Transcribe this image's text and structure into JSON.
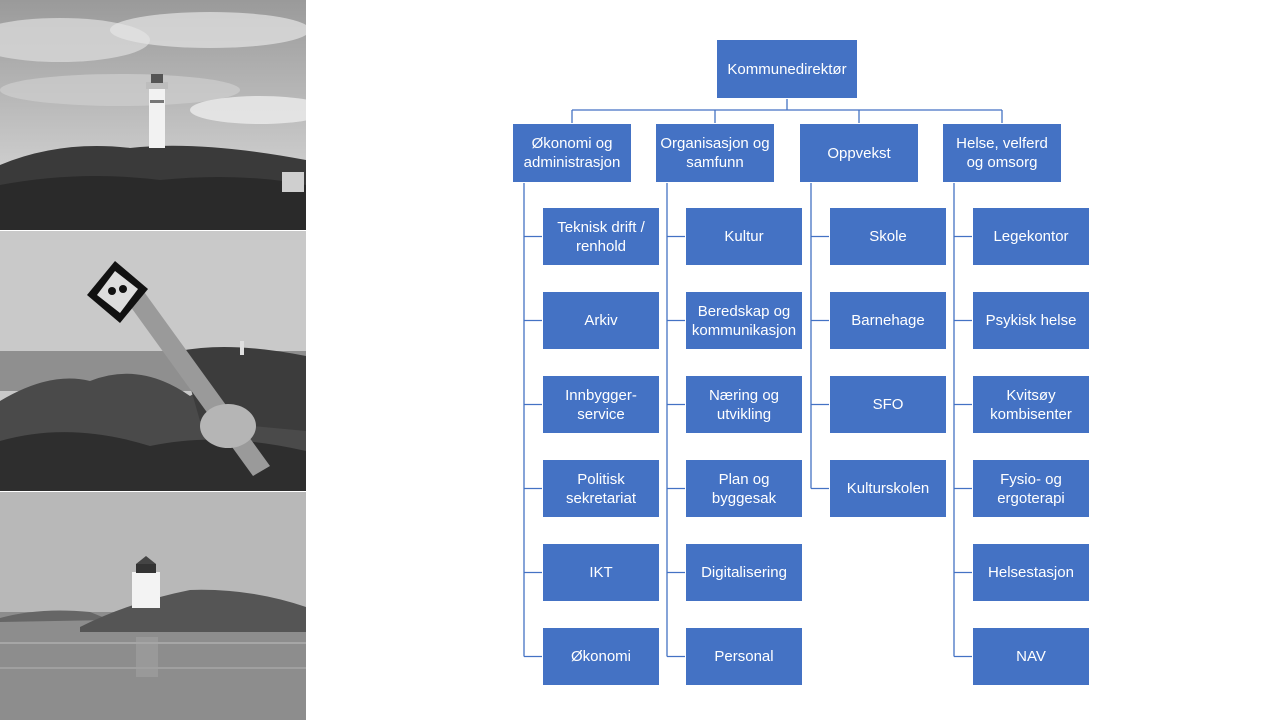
{
  "colors": {
    "box": "#4472c4",
    "connector": "#4472c4",
    "text": "#ffffff"
  },
  "photos": [
    {
      "name": "lighthouse-on-hill-photo"
    },
    {
      "name": "warning-sign-rocks-photo"
    },
    {
      "name": "small-lighthouse-islet-photo"
    }
  ],
  "org": {
    "root": "Kommunedirektør",
    "departments": [
      {
        "label": "Økonomi og\nadministrasjon",
        "units": [
          "Teknisk drift /\nrenhold",
          "Arkiv",
          "Innbygger-\nservice",
          "Politisk\nsekretariat",
          "IKT",
          "Økonomi"
        ]
      },
      {
        "label": "Organisasjon og\nsamfunn",
        "units": [
          "Kultur",
          "Beredskap og\nkommunikasjon",
          "Næring og\nutvikling",
          "Plan og\nbyggesak",
          "Digitalisering",
          "Personal"
        ]
      },
      {
        "label": "Oppvekst",
        "units": [
          "Skole",
          "Barnehage",
          "SFO",
          "Kulturskolen"
        ]
      },
      {
        "label": "Helse, velferd\nog omsorg",
        "units": [
          "Legekontor",
          "Psykisk helse",
          "Kvitsøy\nkombisenter",
          "Fysio- og\nergoterapi",
          "Helsestasjon",
          "NAV"
        ]
      }
    ]
  }
}
